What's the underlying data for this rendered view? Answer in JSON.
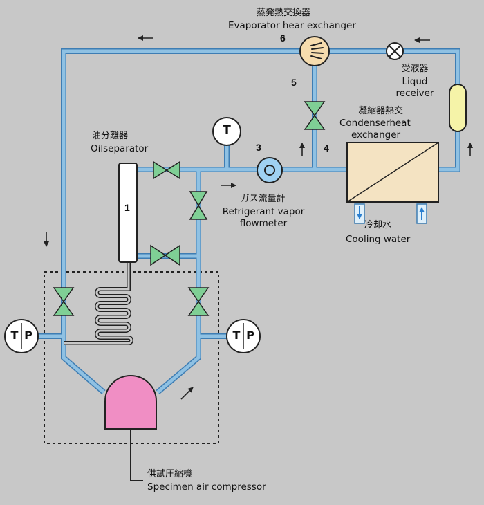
{
  "labels": {
    "evaporator_jp": "蒸発熱交換器",
    "evaporator_en": "Evaporator hear exchanger",
    "receiver_jp": "受液器",
    "receiver_en_1": "Liqud",
    "receiver_en_2": "receiver",
    "condenser_jp": "凝縮器熱交",
    "condenser_en_1": "Condenserheat",
    "condenser_en_2": "exchanger",
    "oil_sep_jp": "油分離器",
    "oil_sep_en": "Oilseparator",
    "flowmeter_jp": "ガス流量計",
    "flowmeter_en_1": "Refrigerant vapor",
    "flowmeter_en_2": "flowmeter",
    "cooling_jp": "冷却水",
    "cooling_en": "Cooling water",
    "compressor_jp": "供試圧縮機",
    "compressor_en": "Specimen air compressor"
  },
  "numbers": {
    "n1": "1",
    "n3": "3",
    "n4": "4",
    "n5": "5",
    "n6": "6"
  },
  "symbols": {
    "temperature": "T",
    "pressure": "P"
  },
  "colors": {
    "pipe": "#8fc1e3",
    "pipe_edge": "#3e7db3",
    "valve": "#7fcf95",
    "compressor": "#f08ec4",
    "receiver": "#f5f3a8",
    "flowmeter": "#9fd1f2",
    "background": "#c8c8c8"
  }
}
